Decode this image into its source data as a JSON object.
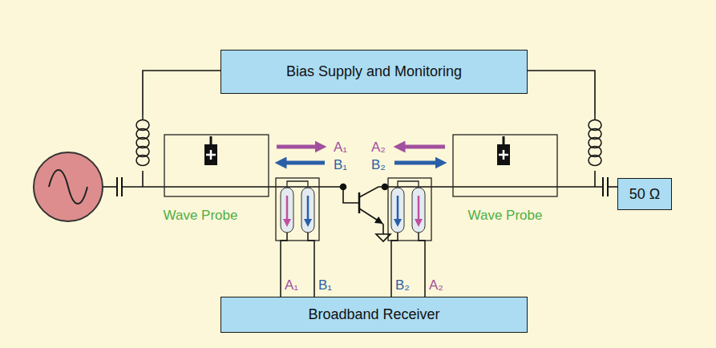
{
  "diagram": {
    "nodes": [
      {
        "text": [
          "Bias Supply and Monitoring"
        ]
      },
      {
        "text": [
          "Broadband Receiver"
        ]
      },
      {
        "text": [
          "50 Ω"
        ]
      }
    ],
    "labels": [
      "A₁",
      "B₁",
      "A₂",
      "B₂",
      "Wave Probe",
      "Wave Probe",
      "A₁",
      "B₁",
      "B₂",
      "A₂"
    ]
  }
}
